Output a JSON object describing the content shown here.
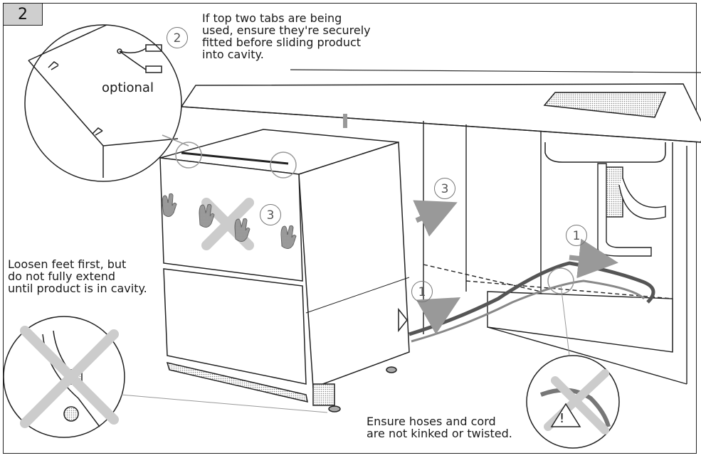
{
  "step_number": "2",
  "callouts": {
    "top_tabs": "If top two tabs are being\nused, ensure they're securely\nfitted before sliding product\ninto cavity.",
    "optional": "optional",
    "feet": "Loosen feet first, but\ndo not fully extend\nuntil product is in cavity.",
    "hoses": "Ensure hoses and cord\nare not kinked or twisted."
  },
  "step_markers": {
    "tabs": "2",
    "push_drawer": "3",
    "slide_in": "3",
    "hose_left": "1",
    "hose_right": "1"
  },
  "icons": [
    "hand-icon",
    "warning-triangle-icon",
    "cross-mark-icon",
    "arrow-icon"
  ],
  "colors": {
    "line": "#222222",
    "shading": "#bdbdbd",
    "badge": "#cfcfcf"
  }
}
